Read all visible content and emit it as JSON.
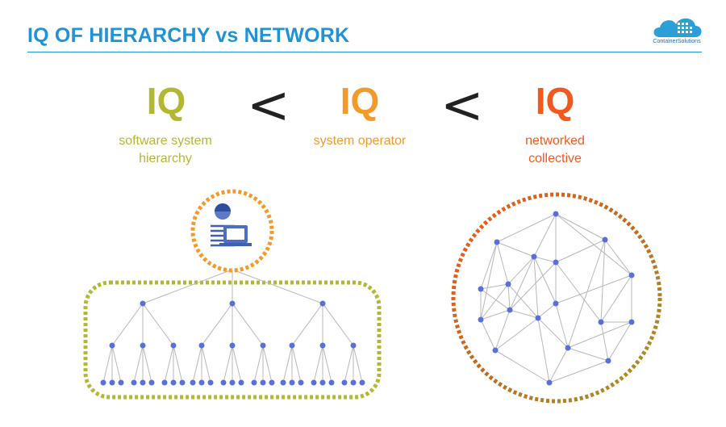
{
  "title": "IQ OF HIERARCHY vs NETWORK",
  "logo": {
    "text": "ContainerSolutions",
    "icon": "cloud-grid-icon"
  },
  "columns": [
    {
      "iq": "IQ",
      "label_line1": "software system",
      "label_line2": "hierarchy",
      "color": "#b3b832"
    },
    {
      "iq": "IQ",
      "label_line1": "system operator",
      "label_line2": "",
      "color": "#f39a2a"
    },
    {
      "iq": "IQ",
      "label_line1": "networked",
      "label_line2": "collective",
      "color": "#f05a1e"
    }
  ],
  "separators": [
    "<",
    "<"
  ],
  "colors": {
    "title": "#1f93d6",
    "node": "#5b6fd8",
    "edge": "#b8b8b8",
    "hierarchy_box": "#b3b832",
    "operator_ring": "#f39a2a"
  }
}
